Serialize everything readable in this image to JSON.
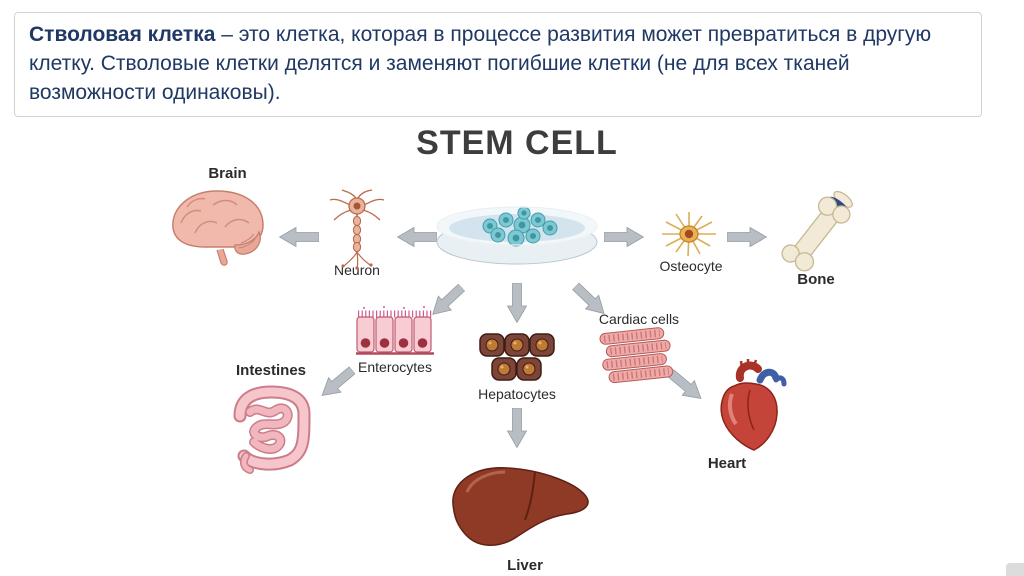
{
  "slide": {
    "definition": {
      "term": "Стволовая клетка",
      "text": " – это клетка, которая в процессе развития может превратиться в другую клетку. Стволовые клетки делятся и заменяют погибшие клетки (не для всех тканей возможности одинаковы)."
    },
    "diagram": {
      "title": "STEM CELL",
      "labels": {
        "brain": "Brain",
        "neuron": "Neuron",
        "osteocyte": "Osteocyte",
        "bone": "Bone",
        "intestines": "Intestines",
        "enterocytes": "Enterocytes",
        "hepatocytes": "Hepatocytes",
        "cardiac_cells": "Cardiac cells",
        "heart": "Heart",
        "liver": "Liver"
      }
    },
    "colors": {
      "definition_text": "#1F3864",
      "title_text": "#3d3d3d",
      "arrow": "#b9bec5"
    }
  }
}
